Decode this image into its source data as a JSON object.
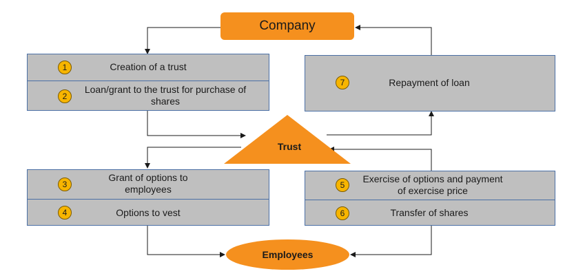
{
  "nodes": {
    "company": "Company",
    "trust": "Trust",
    "employees": "Employees"
  },
  "steps": [
    {
      "num": "1",
      "text": "Creation of a trust"
    },
    {
      "num": "2",
      "text": "Loan/grant to the trust for purchase of shares"
    },
    {
      "num": "3",
      "text": "Grant of options to employees"
    },
    {
      "num": "4",
      "text": "Options to vest"
    },
    {
      "num": "5",
      "text": "Exercise of options and payment of exercise price"
    },
    {
      "num": "6",
      "text": "Transfer of shares"
    },
    {
      "num": "7",
      "text": "Repayment of loan"
    }
  ],
  "colors": {
    "orange": "#f5901e",
    "box_fill": "#bfbfbf",
    "box_border": "#4a6fa5",
    "badge": "#f7b500"
  }
}
